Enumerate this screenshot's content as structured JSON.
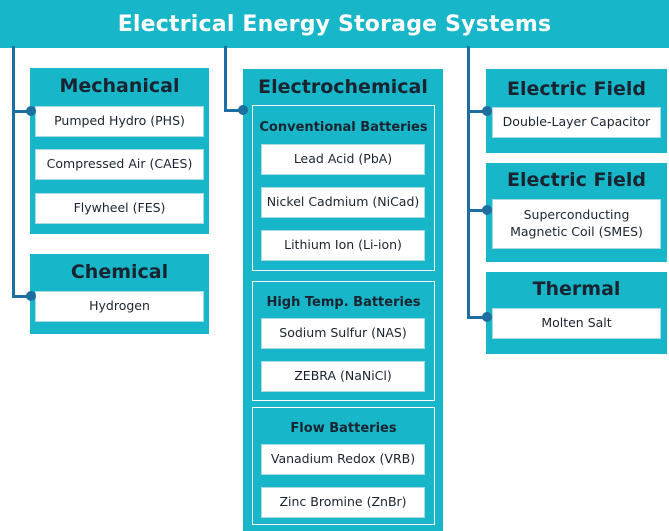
{
  "title": "Electrical Energy Storage Systems",
  "colors": {
    "panel": "#17b6c9",
    "connector": "#1c6fa0",
    "text": "#1a2430",
    "item_bg": "#ffffff"
  },
  "mechanical": {
    "title": "Mechanical",
    "items": [
      "Pumped Hydro (PHS)",
      "Compressed Air (CAES)",
      "Flywheel (FES)"
    ]
  },
  "chemical": {
    "title": "Chemical",
    "items": [
      "Hydrogen"
    ]
  },
  "electrochemical": {
    "title": "Electrochemical",
    "groups": [
      {
        "title": "Conventional Batteries",
        "items": [
          "Lead Acid (PbA)",
          "Nickel Cadmium (NiCad)",
          "Lithium Ion (Li-ion)"
        ]
      },
      {
        "title": "High Temp. Batteries",
        "items": [
          "Sodium Sulfur (NAS)",
          "ZEBRA (NaNiCl)"
        ]
      },
      {
        "title": "Flow Batteries",
        "items": [
          "Vanadium Redox (VRB)",
          "Zinc Bromine (ZnBr)"
        ]
      }
    ]
  },
  "electric_field_1": {
    "title": "Electric Field",
    "items": [
      "Double-Layer Capacitor"
    ]
  },
  "electric_field_2": {
    "title": "Electric Field",
    "items": [
      "Superconducting\nMagnetic Coil (SMES)"
    ]
  },
  "thermal": {
    "title": "Thermal",
    "items": [
      "Molten Salt"
    ]
  }
}
